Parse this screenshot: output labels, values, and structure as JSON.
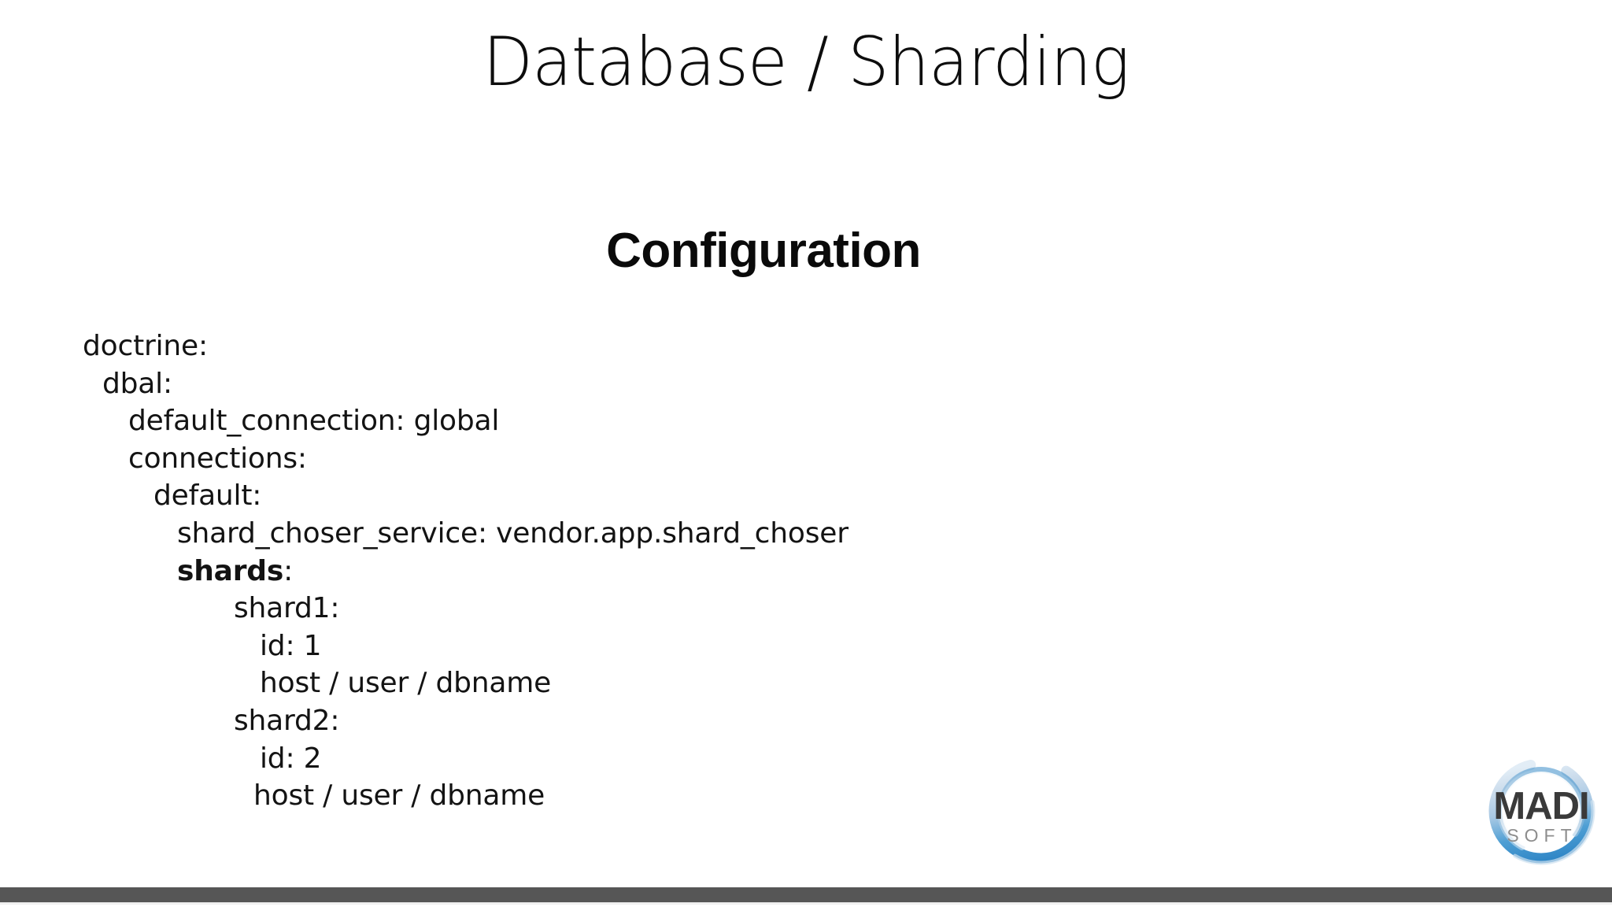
{
  "slide": {
    "title": "Database / Sharding",
    "section_heading": "Configuration",
    "background_color": "#ffffff",
    "bottom_bar_color": "#565656"
  },
  "code_block": {
    "language": "yaml",
    "lines": [
      {
        "indent": 0,
        "text": "doctrine:",
        "bold_prefix": ""
      },
      {
        "indent": 1,
        "text": "dbal:",
        "bold_prefix": ""
      },
      {
        "indent": 2,
        "text": "default_connection: global",
        "bold_prefix": ""
      },
      {
        "indent": 2,
        "text": "connections:",
        "bold_prefix": ""
      },
      {
        "indent": 3,
        "text": "default:",
        "bold_prefix": ""
      },
      {
        "indent": 4,
        "text": "shard_choser_service: vendor.app.shard_choser",
        "bold_prefix": ""
      },
      {
        "indent": 4,
        "text": ":",
        "bold_prefix": "shards"
      },
      {
        "indent": 5,
        "text": "shard1:",
        "bold_prefix": ""
      },
      {
        "indent": 6,
        "text": "id: 1",
        "bold_prefix": ""
      },
      {
        "indent": 6,
        "text": "host / user / dbname",
        "bold_prefix": ""
      },
      {
        "indent": 5,
        "text": "shard2:",
        "bold_prefix": ""
      },
      {
        "indent": 6,
        "text": "id: 2",
        "bold_prefix": ""
      },
      {
        "indent": 7,
        "text": "host / user / dbname",
        "bold_prefix": ""
      }
    ]
  },
  "logo": {
    "primary_text": "MADI",
    "secondary_text": "SOFT",
    "text_color": "#3a3a3a",
    "secondary_color": "#8d8d8d",
    "ring_color_dark": "#3a8dc8",
    "ring_color_light": "#bcd4e8"
  }
}
